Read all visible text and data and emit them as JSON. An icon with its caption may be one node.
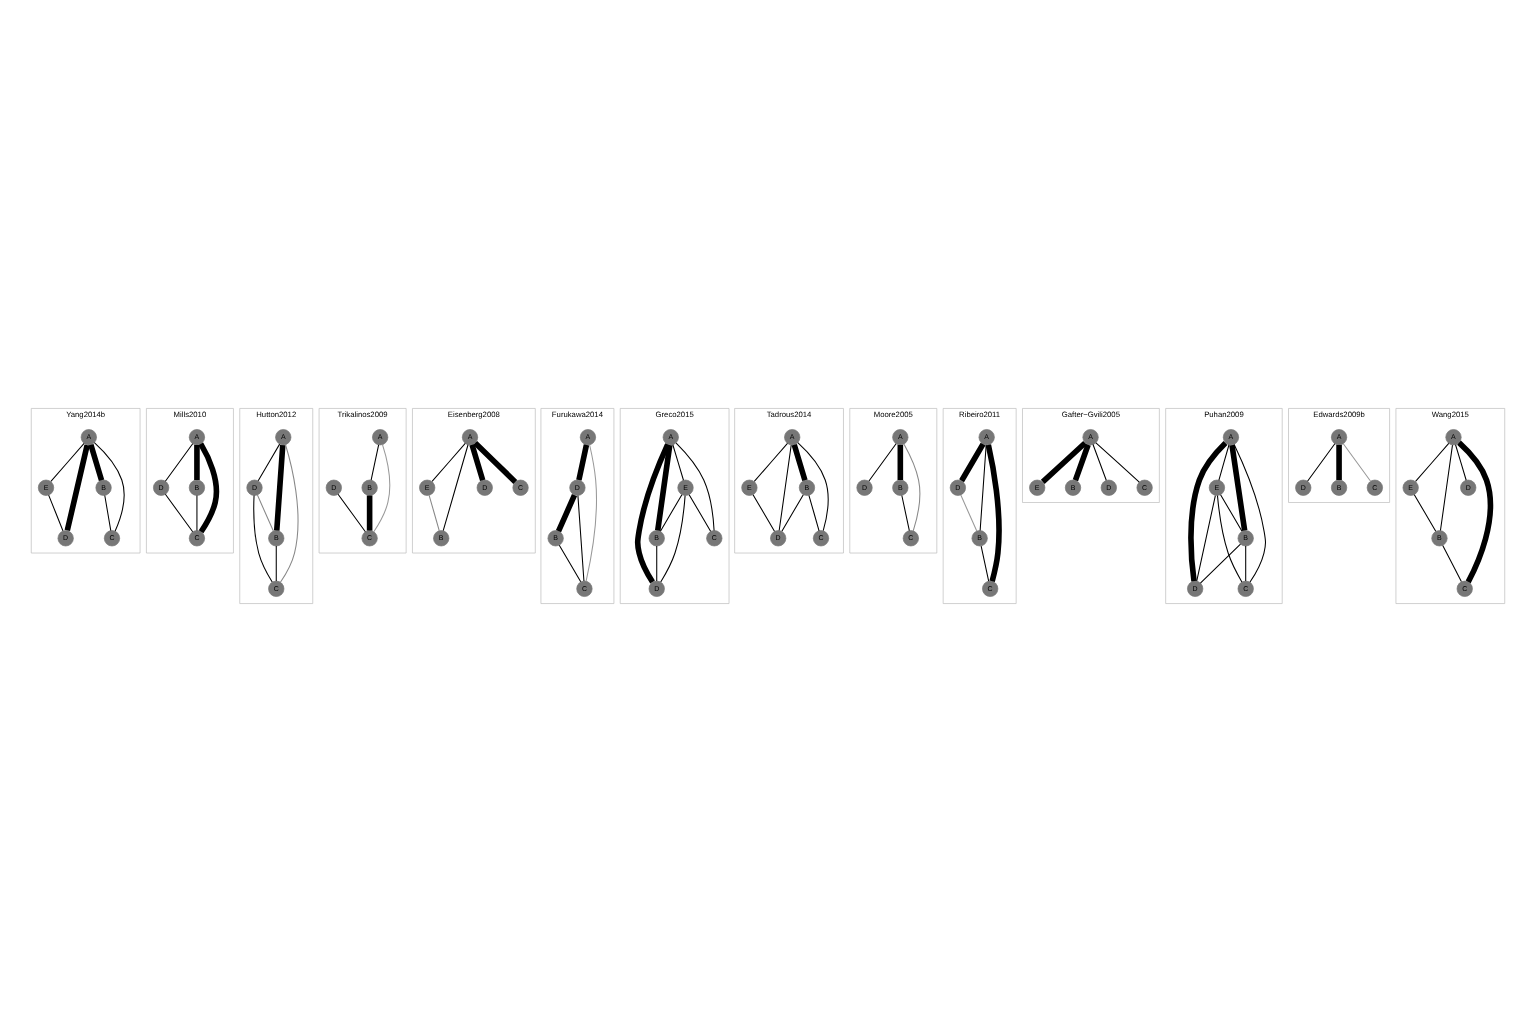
{
  "diagram": {
    "nodes": [
      {
        "text": [
          "Yang2014b"
        ]
      },
      {
        "text": [
          "A"
        ],
        "in": 0
      },
      {
        "text": [
          "E"
        ],
        "in": 0
      },
      {
        "text": [
          "B"
        ],
        "in": 0
      },
      {
        "text": [
          "D"
        ],
        "in": 0
      },
      {
        "text": [
          "C"
        ],
        "in": 0
      },
      {
        "text": [
          "Mills2010"
        ]
      },
      {
        "text": [
          "A"
        ],
        "in": 6
      },
      {
        "text": [
          "D"
        ],
        "in": 6
      },
      {
        "text": [
          "B"
        ],
        "in": 6
      },
      {
        "text": [
          "C"
        ],
        "in": 6
      },
      {
        "text": [
          "Hutton2012"
        ]
      },
      {
        "text": [
          "A"
        ],
        "in": 11
      },
      {
        "text": [
          "D"
        ],
        "in": 11
      },
      {
        "text": [
          "B"
        ],
        "in": 11
      },
      {
        "text": [
          "C"
        ],
        "in": 11
      },
      {
        "text": [
          "Trikalinos2009"
        ]
      },
      {
        "text": [
          "A"
        ],
        "in": 16
      },
      {
        "text": [
          "D"
        ],
        "in": 16
      },
      {
        "text": [
          "B"
        ],
        "in": 16
      },
      {
        "text": [
          "C"
        ],
        "in": 16
      },
      {
        "text": [
          "Eisenberg2008"
        ]
      },
      {
        "text": [
          "A"
        ],
        "in": 21
      },
      {
        "text": [
          "E"
        ],
        "in": 21
      },
      {
        "text": [
          "B"
        ],
        "in": 21
      },
      {
        "text": [
          "D"
        ],
        "in": 21
      },
      {
        "text": [
          "C"
        ],
        "in": 21
      },
      {
        "text": [
          "Furukawa2014"
        ]
      },
      {
        "text": [
          "A"
        ],
        "in": 27
      },
      {
        "text": [
          "D"
        ],
        "in": 27
      },
      {
        "text": [
          "B"
        ],
        "in": 27
      },
      {
        "text": [
          "C"
        ],
        "in": 27
      },
      {
        "text": [
          "Greco2015"
        ]
      },
      {
        "text": [
          "A"
        ],
        "in": 32
      },
      {
        "text": [
          "E"
        ],
        "in": 32
      },
      {
        "text": [
          "B"
        ],
        "in": 32
      },
      {
        "text": [
          "D"
        ],
        "in": 32
      },
      {
        "text": [
          "C"
        ],
        "in": 32
      },
      {
        "text": [
          "Tadrous2014"
        ]
      },
      {
        "text": [
          "A"
        ],
        "in": 38
      },
      {
        "text": [
          "E"
        ],
        "in": 38
      },
      {
        "text": [
          "B"
        ],
        "in": 38
      },
      {
        "text": [
          "D"
        ],
        "in": 38
      },
      {
        "text": [
          "C"
        ],
        "in": 38
      },
      {
        "text": [
          "Moore2005"
        ]
      },
      {
        "text": [
          "A"
        ],
        "in": 44
      },
      {
        "text": [
          "D"
        ],
        "in": 44
      },
      {
        "text": [
          "B"
        ],
        "in": 44
      },
      {
        "text": [
          "C"
        ],
        "in": 44
      },
      {
        "text": [
          "Ribeiro2011"
        ]
      },
      {
        "text": [
          "A"
        ],
        "in": 49
      },
      {
        "text": [
          "D"
        ],
        "in": 49
      },
      {
        "text": [
          "B"
        ],
        "in": 49
      },
      {
        "text": [
          "C"
        ],
        "in": 49
      },
      {
        "text": [
          "Gafter−Gvili2005"
        ]
      },
      {
        "text": [
          "A"
        ],
        "in": 54
      },
      {
        "text": [
          "E"
        ],
        "in": 54
      },
      {
        "text": [
          "B"
        ],
        "in": 54
      },
      {
        "text": [
          "D"
        ],
        "in": 54
      },
      {
        "text": [
          "C"
        ],
        "in": 54
      },
      {
        "text": [
          "Puhan2009"
        ]
      },
      {
        "text": [
          "A"
        ],
        "in": 60
      },
      {
        "text": [
          "E"
        ],
        "in": 60
      },
      {
        "text": [
          "B"
        ],
        "in": 60
      },
      {
        "text": [
          "D"
        ],
        "in": 60
      },
      {
        "text": [
          "C"
        ],
        "in": 60
      },
      {
        "text": [
          "Edwards2009b"
        ]
      },
      {
        "text": [
          "A"
        ],
        "in": 66
      },
      {
        "text": [
          "D"
        ],
        "in": 66
      },
      {
        "text": [
          "B"
        ],
        "in": 66
      },
      {
        "text": [
          "C"
        ],
        "in": 66
      },
      {
        "text": [
          "Wang2015"
        ]
      },
      {
        "text": [
          "A"
        ],
        "in": 71
      },
      {
        "text": [
          "E"
        ],
        "in": 71
      },
      {
        "text": [
          "B"
        ],
        "in": 71
      },
      {
        "text": [
          "D"
        ],
        "in": 71
      },
      {
        "text": [
          "C"
        ],
        "in": 71
      }
    ],
    "edges": [
      {
        "from": 1,
        "to": 2,
        "arrow": "none"
      },
      {
        "from": 1,
        "to": 4,
        "arrow": "none",
        "style": "thick"
      },
      {
        "from": 1,
        "to": 5,
        "arrow": "none"
      },
      {
        "from": 1,
        "to": 3,
        "arrow": "none",
        "style": "thick"
      },
      {
        "from": 2,
        "to": 4,
        "arrow": "none"
      },
      {
        "from": 3,
        "to": 5,
        "arrow": "none"
      },
      {
        "from": 7,
        "to": 8,
        "arrow": "none"
      },
      {
        "from": 7,
        "to": 10,
        "arrow": "none",
        "style": "thick"
      },
      {
        "from": 7,
        "to": 9,
        "arrow": "none",
        "style": "thick"
      },
      {
        "from": 8,
        "to": 10,
        "arrow": "none"
      },
      {
        "from": 9,
        "to": 10,
        "arrow": "none"
      },
      {
        "from": 12,
        "to": 13,
        "arrow": "none"
      },
      {
        "from": 12,
        "to": 15,
        "arrow": "none",
        "color": "#888888"
      },
      {
        "from": 12,
        "to": 14,
        "arrow": "none",
        "style": "thick"
      },
      {
        "from": 13,
        "to": 14,
        "arrow": "none",
        "color": "#888888"
      },
      {
        "from": 13,
        "to": 15,
        "arrow": "none"
      },
      {
        "from": 14,
        "to": 15,
        "arrow": "none"
      },
      {
        "from": 17,
        "to": 20,
        "arrow": "none",
        "color": "#999999"
      },
      {
        "from": 17,
        "to": 19,
        "arrow": "none"
      },
      {
        "from": 18,
        "to": 20,
        "arrow": "none"
      },
      {
        "from": 19,
        "to": 20,
        "arrow": "none",
        "style": "thick"
      },
      {
        "from": 22,
        "to": 23,
        "arrow": "none"
      },
      {
        "from": 22,
        "to": 24,
        "arrow": "none"
      },
      {
        "from": 23,
        "to": 24,
        "arrow": "none",
        "color": "#888888"
      },
      {
        "from": 22,
        "to": 25,
        "arrow": "none",
        "style": "thick"
      },
      {
        "from": 22,
        "to": 26,
        "arrow": "none",
        "style": "thick"
      },
      {
        "from": 28,
        "to": 29,
        "arrow": "none",
        "style": "thick"
      },
      {
        "from": 28,
        "to": 31,
        "arrow": "none",
        "color": "#999999"
      },
      {
        "from": 29,
        "to": 30,
        "arrow": "none",
        "style": "thick"
      },
      {
        "from": 29,
        "to": 31,
        "arrow": "none"
      },
      {
        "from": 30,
        "to": 31,
        "arrow": "none"
      },
      {
        "from": 33,
        "to": 34,
        "arrow": "none"
      },
      {
        "from": 33,
        "to": 35,
        "arrow": "none",
        "style": "thick"
      },
      {
        "from": 33,
        "to": 36,
        "arrow": "none",
        "style": "thick"
      },
      {
        "from": 33,
        "to": 37,
        "arrow": "none"
      },
      {
        "from": 34,
        "to": 35,
        "arrow": "none"
      },
      {
        "from": 34,
        "to": 36,
        "arrow": "none"
      },
      {
        "from": 34,
        "to": 37,
        "arrow": "none"
      },
      {
        "from": 35,
        "to": 36,
        "arrow": "none"
      },
      {
        "from": 39,
        "to": 40,
        "arrow": "none"
      },
      {
        "from": 39,
        "to": 42,
        "arrow": "none"
      },
      {
        "from": 39,
        "to": 43,
        "arrow": "none"
      },
      {
        "from": 39,
        "to": 41,
        "arrow": "none",
        "style": "thick"
      },
      {
        "from": 40,
        "to": 42,
        "arrow": "none"
      },
      {
        "from": 41,
        "to": 42,
        "arrow": "none"
      },
      {
        "from": 41,
        "to": 43,
        "arrow": "none"
      },
      {
        "from": 45,
        "to": 46,
        "arrow": "none"
      },
      {
        "from": 45,
        "to": 48,
        "arrow": "none",
        "color": "#888888"
      },
      {
        "from": 45,
        "to": 47,
        "arrow": "none",
        "style": "thick"
      },
      {
        "from": 47,
        "to": 48,
        "arrow": "none"
      },
      {
        "from": 50,
        "to": 51,
        "arrow": "none",
        "style": "thick"
      },
      {
        "from": 50,
        "to": 53,
        "arrow": "none",
        "style": "thick"
      },
      {
        "from": 50,
        "to": 52,
        "arrow": "none"
      },
      {
        "from": 51,
        "to": 52,
        "arrow": "none",
        "color": "#999999"
      },
      {
        "from": 52,
        "to": 53,
        "arrow": "none"
      },
      {
        "from": 55,
        "to": 56,
        "arrow": "none",
        "style": "thick"
      },
      {
        "from": 55,
        "to": 57,
        "arrow": "none",
        "style": "thick"
      },
      {
        "from": 55,
        "to": 58,
        "arrow": "none"
      },
      {
        "from": 55,
        "to": 59,
        "arrow": "none"
      },
      {
        "from": 61,
        "to": 62,
        "arrow": "none"
      },
      {
        "from": 61,
        "to": 63,
        "arrow": "none",
        "style": "thick"
      },
      {
        "from": 61,
        "to": 64,
        "arrow": "none",
        "style": "thick"
      },
      {
        "from": 61,
        "to": 65,
        "arrow": "none"
      },
      {
        "from": 62,
        "to": 63,
        "arrow": "none"
      },
      {
        "from": 62,
        "to": 64,
        "arrow": "none"
      },
      {
        "from": 62,
        "to": 65,
        "arrow": "none"
      },
      {
        "from": 63,
        "to": 64,
        "arrow": "none"
      },
      {
        "from": 63,
        "to": 65,
        "arrow": "none"
      },
      {
        "from": 67,
        "to": 68,
        "arrow": "none"
      },
      {
        "from": 67,
        "to": 69,
        "arrow": "none",
        "style": "thick"
      },
      {
        "from": 67,
        "to": 70,
        "arrow": "none",
        "color": "#999999"
      },
      {
        "from": 72,
        "to": 73,
        "arrow": "none"
      },
      {
        "from": 72,
        "to": 74,
        "arrow": "none"
      },
      {
        "from": 72,
        "to": 75,
        "arrow": "none"
      },
      {
        "from": 72,
        "to": 76,
        "arrow": "none",
        "style": "thick"
      },
      {
        "from": 73,
        "to": 74,
        "arrow": "none"
      },
      {
        "from": 74,
        "to": 76,
        "arrow": "none"
      }
    ]
  }
}
